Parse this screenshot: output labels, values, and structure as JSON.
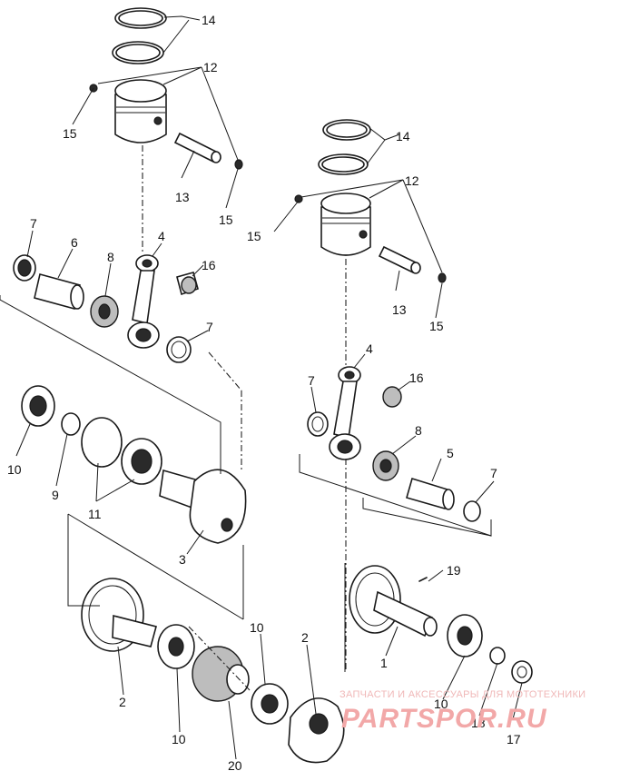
{
  "callouts": {
    "c14a": "14",
    "c12a": "12",
    "c15a": "15",
    "c13a": "13",
    "c15b": "15",
    "c7a": "7",
    "c6": "6",
    "c4a": "4",
    "c8a": "8",
    "c16a": "16",
    "c7b": "7",
    "c10a": "10",
    "c9": "9",
    "c11": "11",
    "c3": "3",
    "c14b": "14",
    "c12b": "12",
    "c15c": "15",
    "c13b": "13",
    "c15d": "15",
    "c4b": "4",
    "c16b": "16",
    "c7c": "7",
    "c8b": "8",
    "c5": "5",
    "c7d": "7",
    "c19": "19",
    "c1": "1",
    "c10b": "10",
    "c18": "18",
    "c17": "17",
    "c2a": "2",
    "c10c": "10",
    "c20": "20",
    "c10d": "10",
    "c2b": "2"
  },
  "watermark": {
    "line1": "ЗАПЧАСТИ И АКСЕССУАРЫ ДЛЯ МОТОТЕХНИКИ",
    "line2": "PARTSPOR.RU"
  }
}
